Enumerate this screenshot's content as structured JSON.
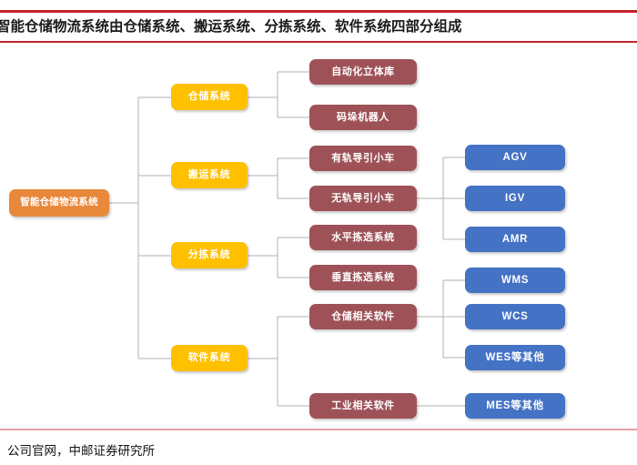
{
  "header": {
    "title": "智能仓储物流系统由仓储系统、搬运系统、分拣系统、软件系统四部分组成",
    "rule_color": "#C0232C"
  },
  "footer": {
    "source": "公司官网，中邮证券研究所",
    "rule_color": "#E8A0A4"
  },
  "colors": {
    "root": "#E8883A",
    "level2": "#FFC000",
    "level3": "#9E5258",
    "level4": "#4472C4",
    "connector": "#B0B0B0",
    "node_text": "#FFFFFF"
  },
  "diagram": {
    "type": "tree",
    "orientation": "left-to-right",
    "root": {
      "label": "智能仓储物流系统"
    },
    "level2": [
      {
        "label": "仓储系统"
      },
      {
        "label": "搬运系统"
      },
      {
        "label": "分拣系统"
      },
      {
        "label": "软件系统"
      }
    ],
    "level3": [
      {
        "label": "自动化立体库"
      },
      {
        "label": "码垛机器人"
      },
      {
        "label": "有轨导引小车"
      },
      {
        "label": "无轨导引小车"
      },
      {
        "label": "水平拣选系统"
      },
      {
        "label": "垂直拣选系统"
      },
      {
        "label": "仓储相关软件"
      },
      {
        "label": "工业相关软件"
      }
    ],
    "level4": [
      {
        "label": "AGV"
      },
      {
        "label": "IGV"
      },
      {
        "label": "AMR"
      },
      {
        "label": "WMS"
      },
      {
        "label": "WCS"
      },
      {
        "label": "WES等其他"
      },
      {
        "label": "MES等其他"
      }
    ]
  }
}
